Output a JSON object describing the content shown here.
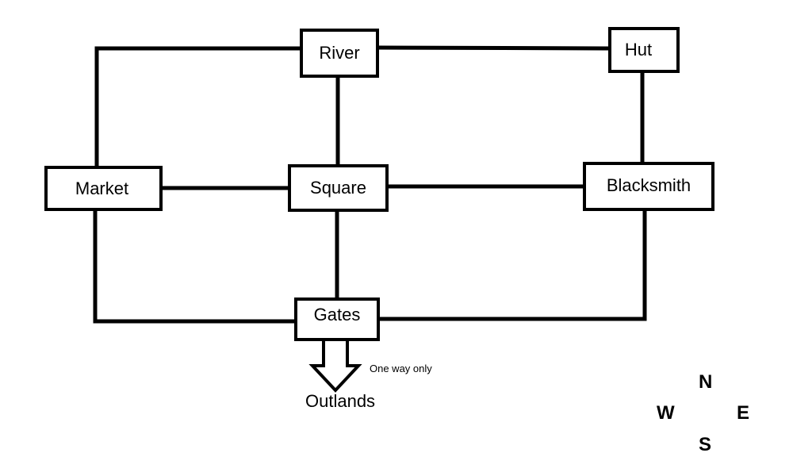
{
  "locations": {
    "river": "River",
    "hut": "Hut",
    "market": "Market",
    "square": "Square",
    "blacksmith": "Blacksmith",
    "gates": "Gates",
    "outlands": "Outlands"
  },
  "connections": [
    {
      "from": "River",
      "to": "Hut"
    },
    {
      "from": "River",
      "to": "Market"
    },
    {
      "from": "River",
      "to": "Square"
    },
    {
      "from": "Hut",
      "to": "Blacksmith"
    },
    {
      "from": "Market",
      "to": "Square"
    },
    {
      "from": "Square",
      "to": "Blacksmith"
    },
    {
      "from": "Square",
      "to": "Gates"
    },
    {
      "from": "Market",
      "to": "Gates"
    },
    {
      "from": "Blacksmith",
      "to": "Gates"
    },
    {
      "from": "Gates",
      "to": "Outlands",
      "one_way": true
    }
  ],
  "one_way_note": "One way only",
  "compass": {
    "north": "N",
    "west": "W",
    "east": "E",
    "south": "S"
  },
  "colors": {
    "line": "#000000",
    "background": "#ffffff"
  }
}
